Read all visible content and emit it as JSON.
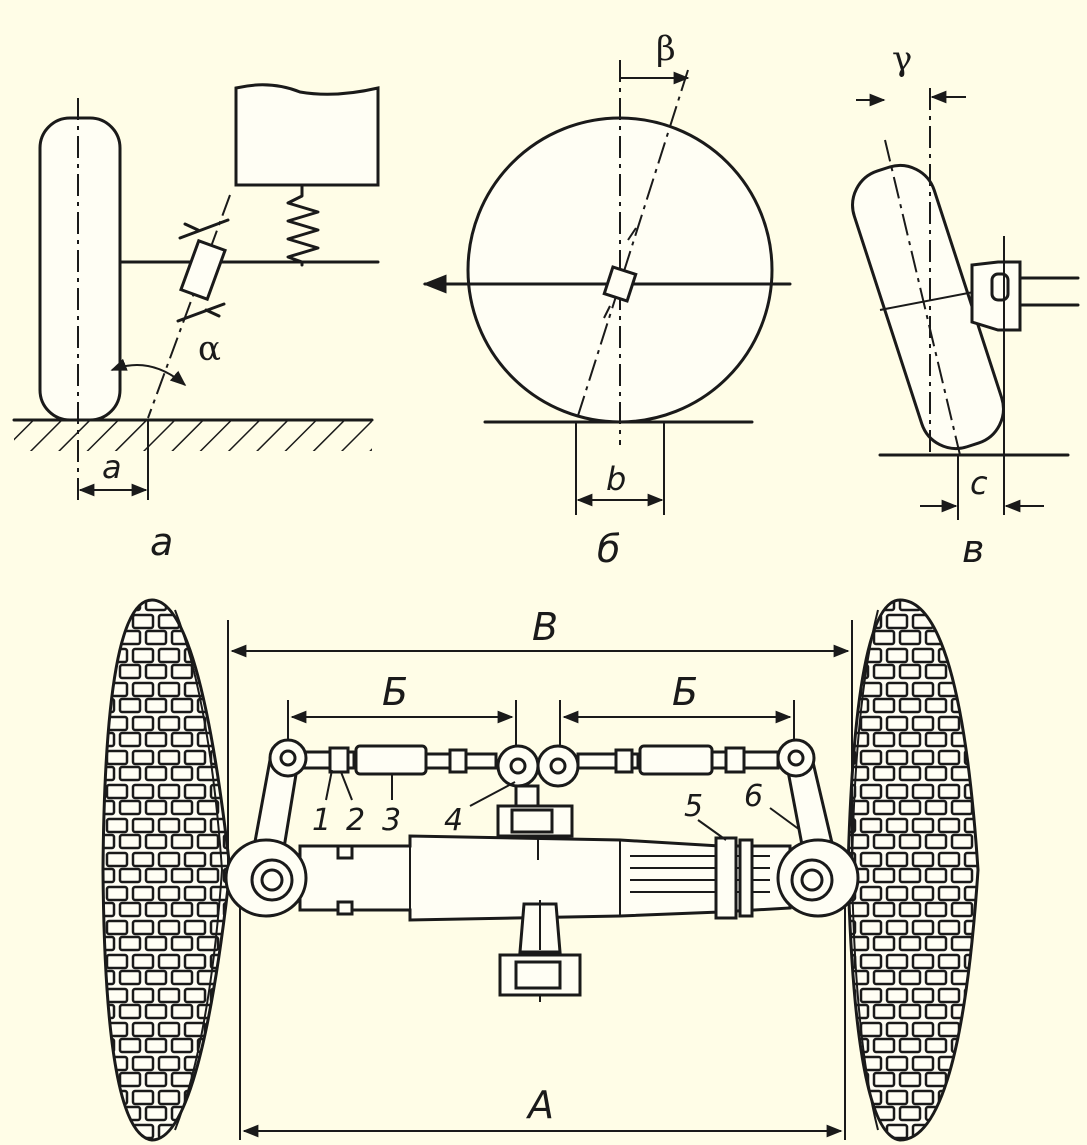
{
  "panels": {
    "a": {
      "caption": "а",
      "angle_label": "α",
      "dim_label": "a"
    },
    "b": {
      "caption": "б",
      "angle_label": "β",
      "dim_label": "b"
    },
    "c": {
      "caption": "в",
      "angle_label": "γ",
      "dim_label": "c"
    }
  },
  "axle": {
    "dim_top": "В",
    "dim_bottom": "А",
    "dim_left": "Б",
    "dim_right": "Б",
    "part_labels": [
      "1",
      "2",
      "3",
      "4",
      "5",
      "6"
    ]
  }
}
